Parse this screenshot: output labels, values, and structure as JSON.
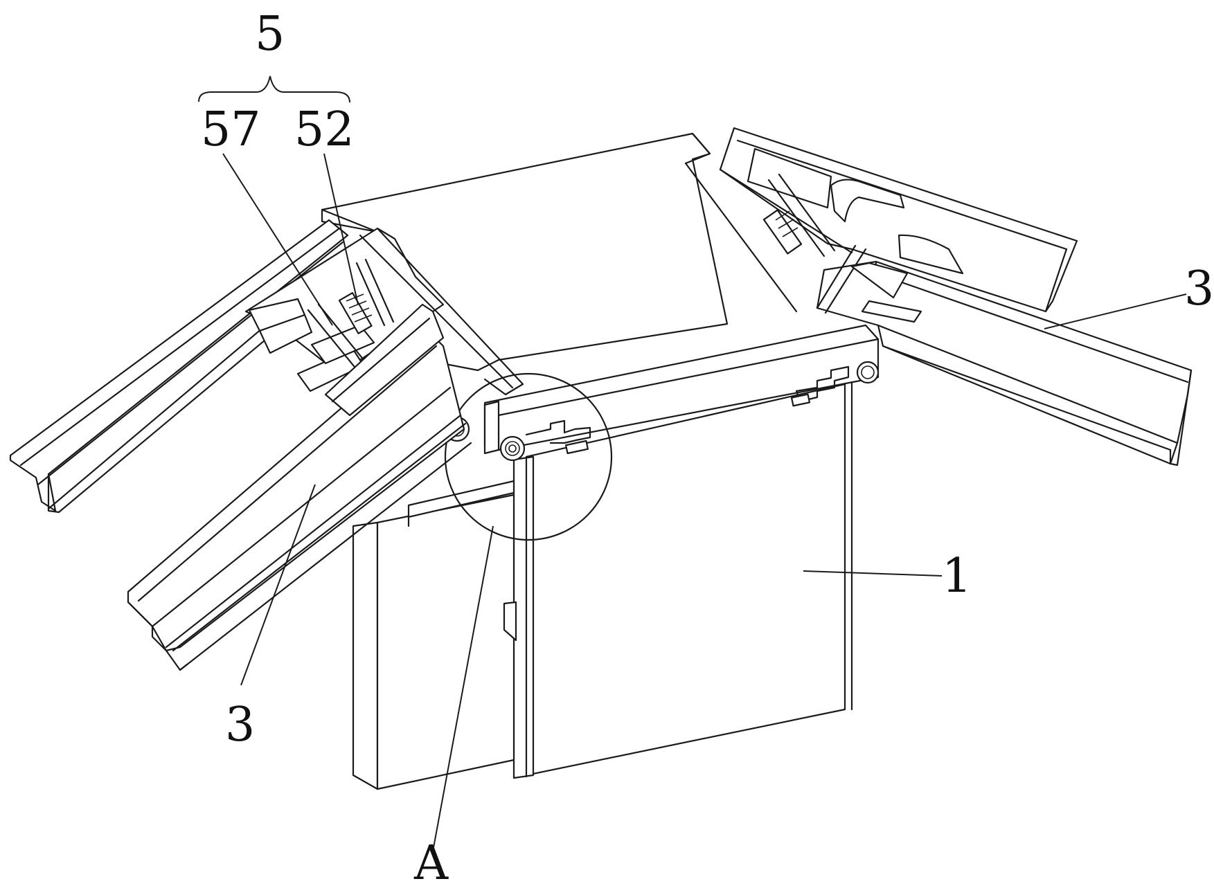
{
  "labels": {
    "group_5": "5",
    "part_57": "57",
    "part_52": "52",
    "part_3_right": "3",
    "part_3_left": "3",
    "part_1": "1",
    "detail_A": "A"
  },
  "colors": {
    "line": "#1a1a1a",
    "background": "#ffffff"
  }
}
